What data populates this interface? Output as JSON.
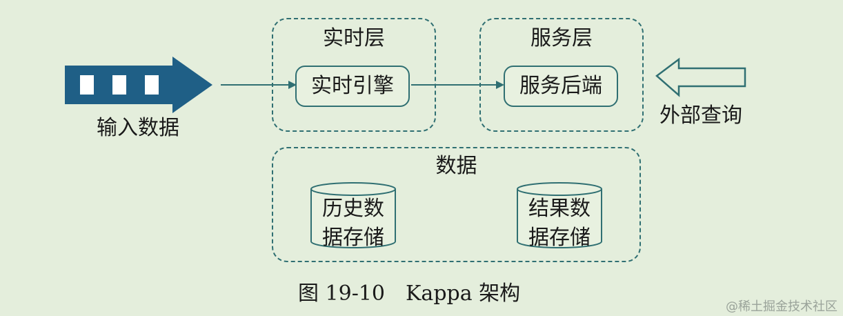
{
  "diagram": {
    "layers": {
      "realtime_title": "实时层",
      "service_title": "服务层",
      "data_title": "数据"
    },
    "nodes": {
      "realtime_engine": "实时引擎",
      "service_backend": "服务后端"
    },
    "storage": {
      "history_line1": "历史数",
      "history_line2": "据存储",
      "result_line1": "结果数",
      "result_line2": "据存储"
    },
    "io": {
      "input_label": "输入数据",
      "query_label": "外部查询"
    },
    "caption": "图 19-10　Kappa 架构"
  },
  "watermark": "@稀土掘金技术社区",
  "colors": {
    "background": "#e4eedc",
    "stroke": "#2f6f72",
    "arrow_fill": "#1f5f86"
  }
}
